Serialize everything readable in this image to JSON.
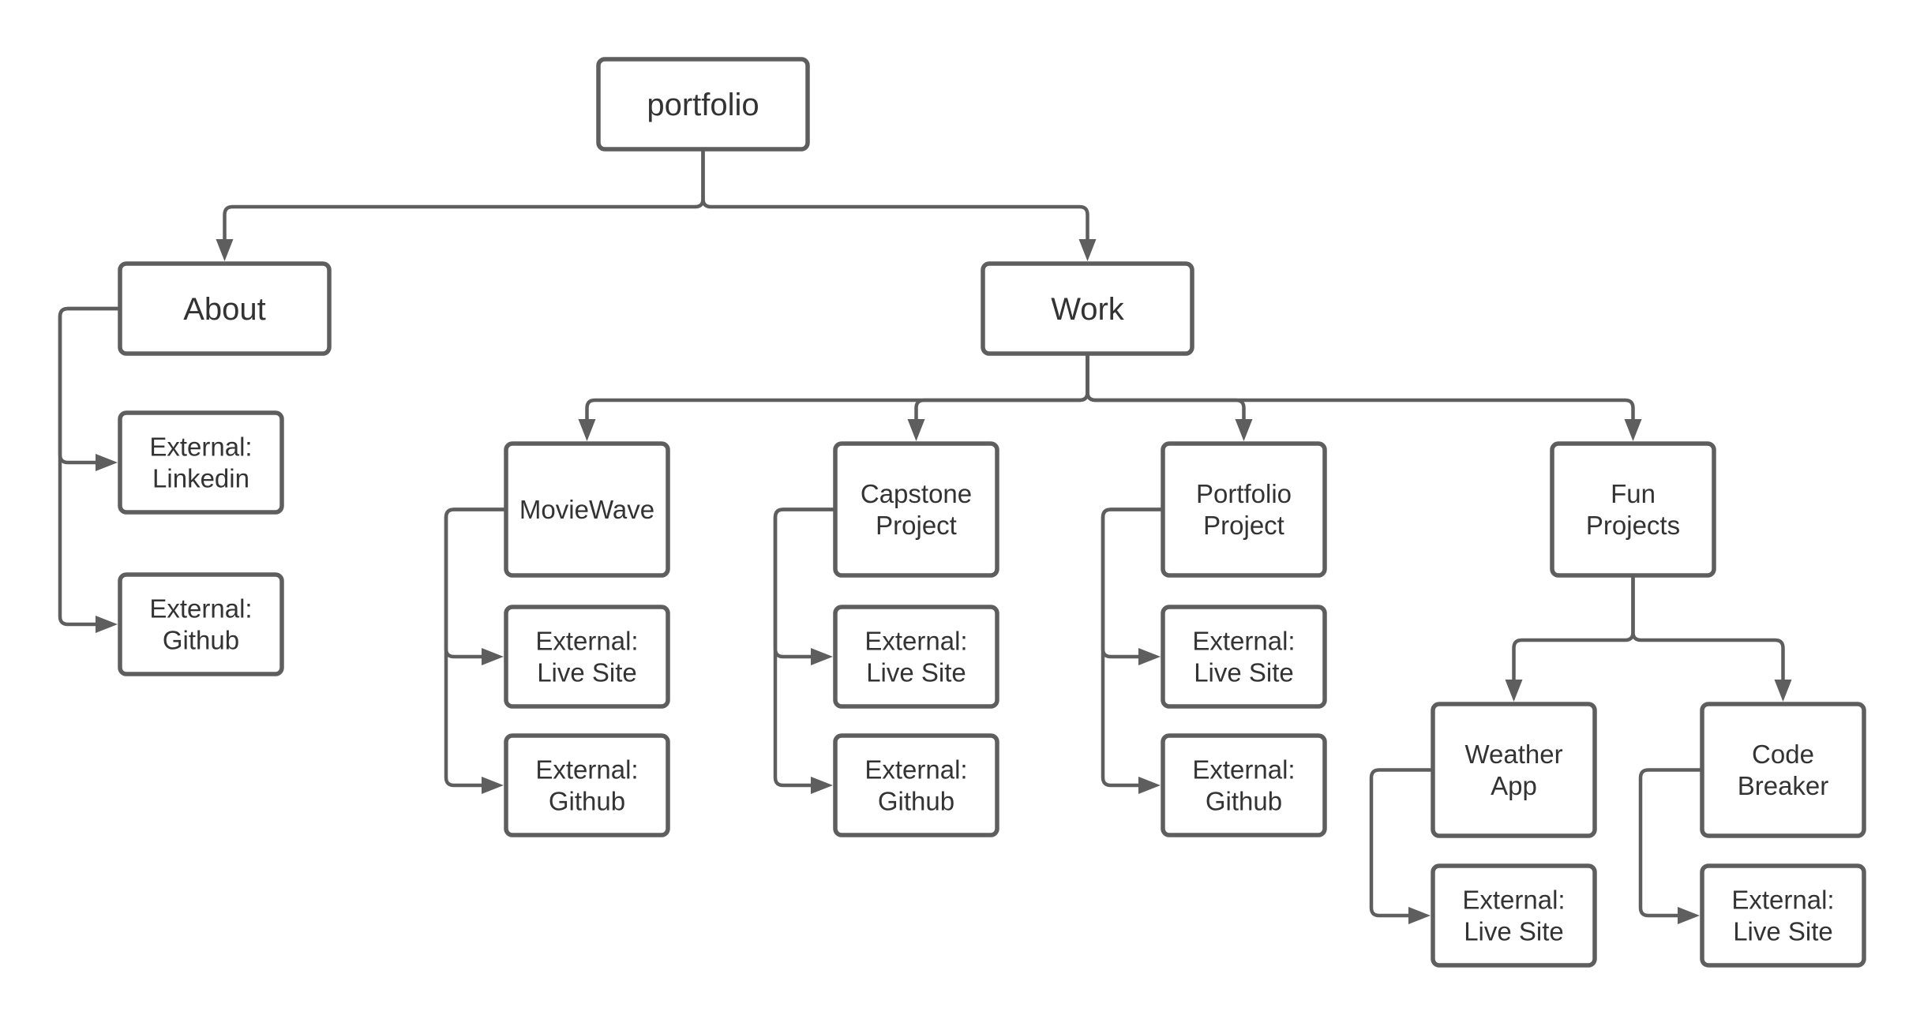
{
  "diagram": {
    "colors": {
      "stroke": "#5e5e5e",
      "text": "#333333",
      "background": "#ffffff"
    },
    "nodes": {
      "portfolio": {
        "lines": [
          "portfolio"
        ]
      },
      "about": {
        "lines": [
          "About"
        ]
      },
      "work": {
        "lines": [
          "Work"
        ]
      },
      "about_linkedin": {
        "lines": [
          "External:",
          "Linkedin"
        ]
      },
      "about_github": {
        "lines": [
          "External:",
          "Github"
        ]
      },
      "moviewave": {
        "lines": [
          "MovieWave"
        ]
      },
      "moviewave_live": {
        "lines": [
          "External:",
          "Live Site"
        ]
      },
      "moviewave_github": {
        "lines": [
          "External:",
          "Github"
        ]
      },
      "capstone": {
        "lines": [
          "Capstone",
          "Project"
        ]
      },
      "capstone_live": {
        "lines": [
          "External:",
          "Live Site"
        ]
      },
      "capstone_github": {
        "lines": [
          "External:",
          "Github"
        ]
      },
      "portfolio_project": {
        "lines": [
          "Portfolio",
          "Project"
        ]
      },
      "portfolio_project_live": {
        "lines": [
          "External:",
          "Live Site"
        ]
      },
      "portfolio_project_github": {
        "lines": [
          "External:",
          "Github"
        ]
      },
      "fun_projects": {
        "lines": [
          "Fun",
          "Projects"
        ]
      },
      "weather_app": {
        "lines": [
          "Weather",
          "App"
        ]
      },
      "weather_app_live": {
        "lines": [
          "External:",
          "Live Site"
        ]
      },
      "code_breaker": {
        "lines": [
          "Code",
          "Breaker"
        ]
      },
      "code_breaker_live": {
        "lines": [
          "External:",
          "Live Site"
        ]
      }
    },
    "edges": [
      {
        "from": "portfolio",
        "to": "about"
      },
      {
        "from": "portfolio",
        "to": "work"
      },
      {
        "from": "about",
        "to": "about_linkedin"
      },
      {
        "from": "about",
        "to": "about_github"
      },
      {
        "from": "work",
        "to": "moviewave"
      },
      {
        "from": "work",
        "to": "capstone"
      },
      {
        "from": "work",
        "to": "portfolio_project"
      },
      {
        "from": "work",
        "to": "fun_projects"
      },
      {
        "from": "moviewave",
        "to": "moviewave_live"
      },
      {
        "from": "moviewave",
        "to": "moviewave_github"
      },
      {
        "from": "capstone",
        "to": "capstone_live"
      },
      {
        "from": "capstone",
        "to": "capstone_github"
      },
      {
        "from": "portfolio_project",
        "to": "portfolio_project_live"
      },
      {
        "from": "portfolio_project",
        "to": "portfolio_project_github"
      },
      {
        "from": "fun_projects",
        "to": "weather_app"
      },
      {
        "from": "fun_projects",
        "to": "code_breaker"
      },
      {
        "from": "weather_app",
        "to": "weather_app_live"
      },
      {
        "from": "code_breaker",
        "to": "code_breaker_live"
      }
    ]
  }
}
